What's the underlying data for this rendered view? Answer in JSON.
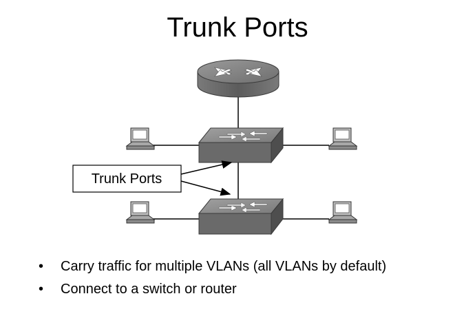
{
  "slide": {
    "title": "Trunk Ports"
  },
  "diagram": {
    "callout_label": "Trunk Ports",
    "nodes": {
      "router": "router-icon",
      "top_switch": "switch-icon",
      "bottom_switch": "switch-icon",
      "hosts": [
        "computer-icon",
        "computer-icon",
        "computer-icon",
        "computer-icon"
      ]
    },
    "colors": {
      "device_gray": "#8c8c8c",
      "device_dark": "#5a5a5a",
      "line": "#000000"
    }
  },
  "bullets": [
    {
      "marker": "•",
      "text": "Carry traffic for multiple VLANs (all VLANs by default)"
    },
    {
      "marker": "•",
      "text": "Connect to a switch or router"
    }
  ]
}
